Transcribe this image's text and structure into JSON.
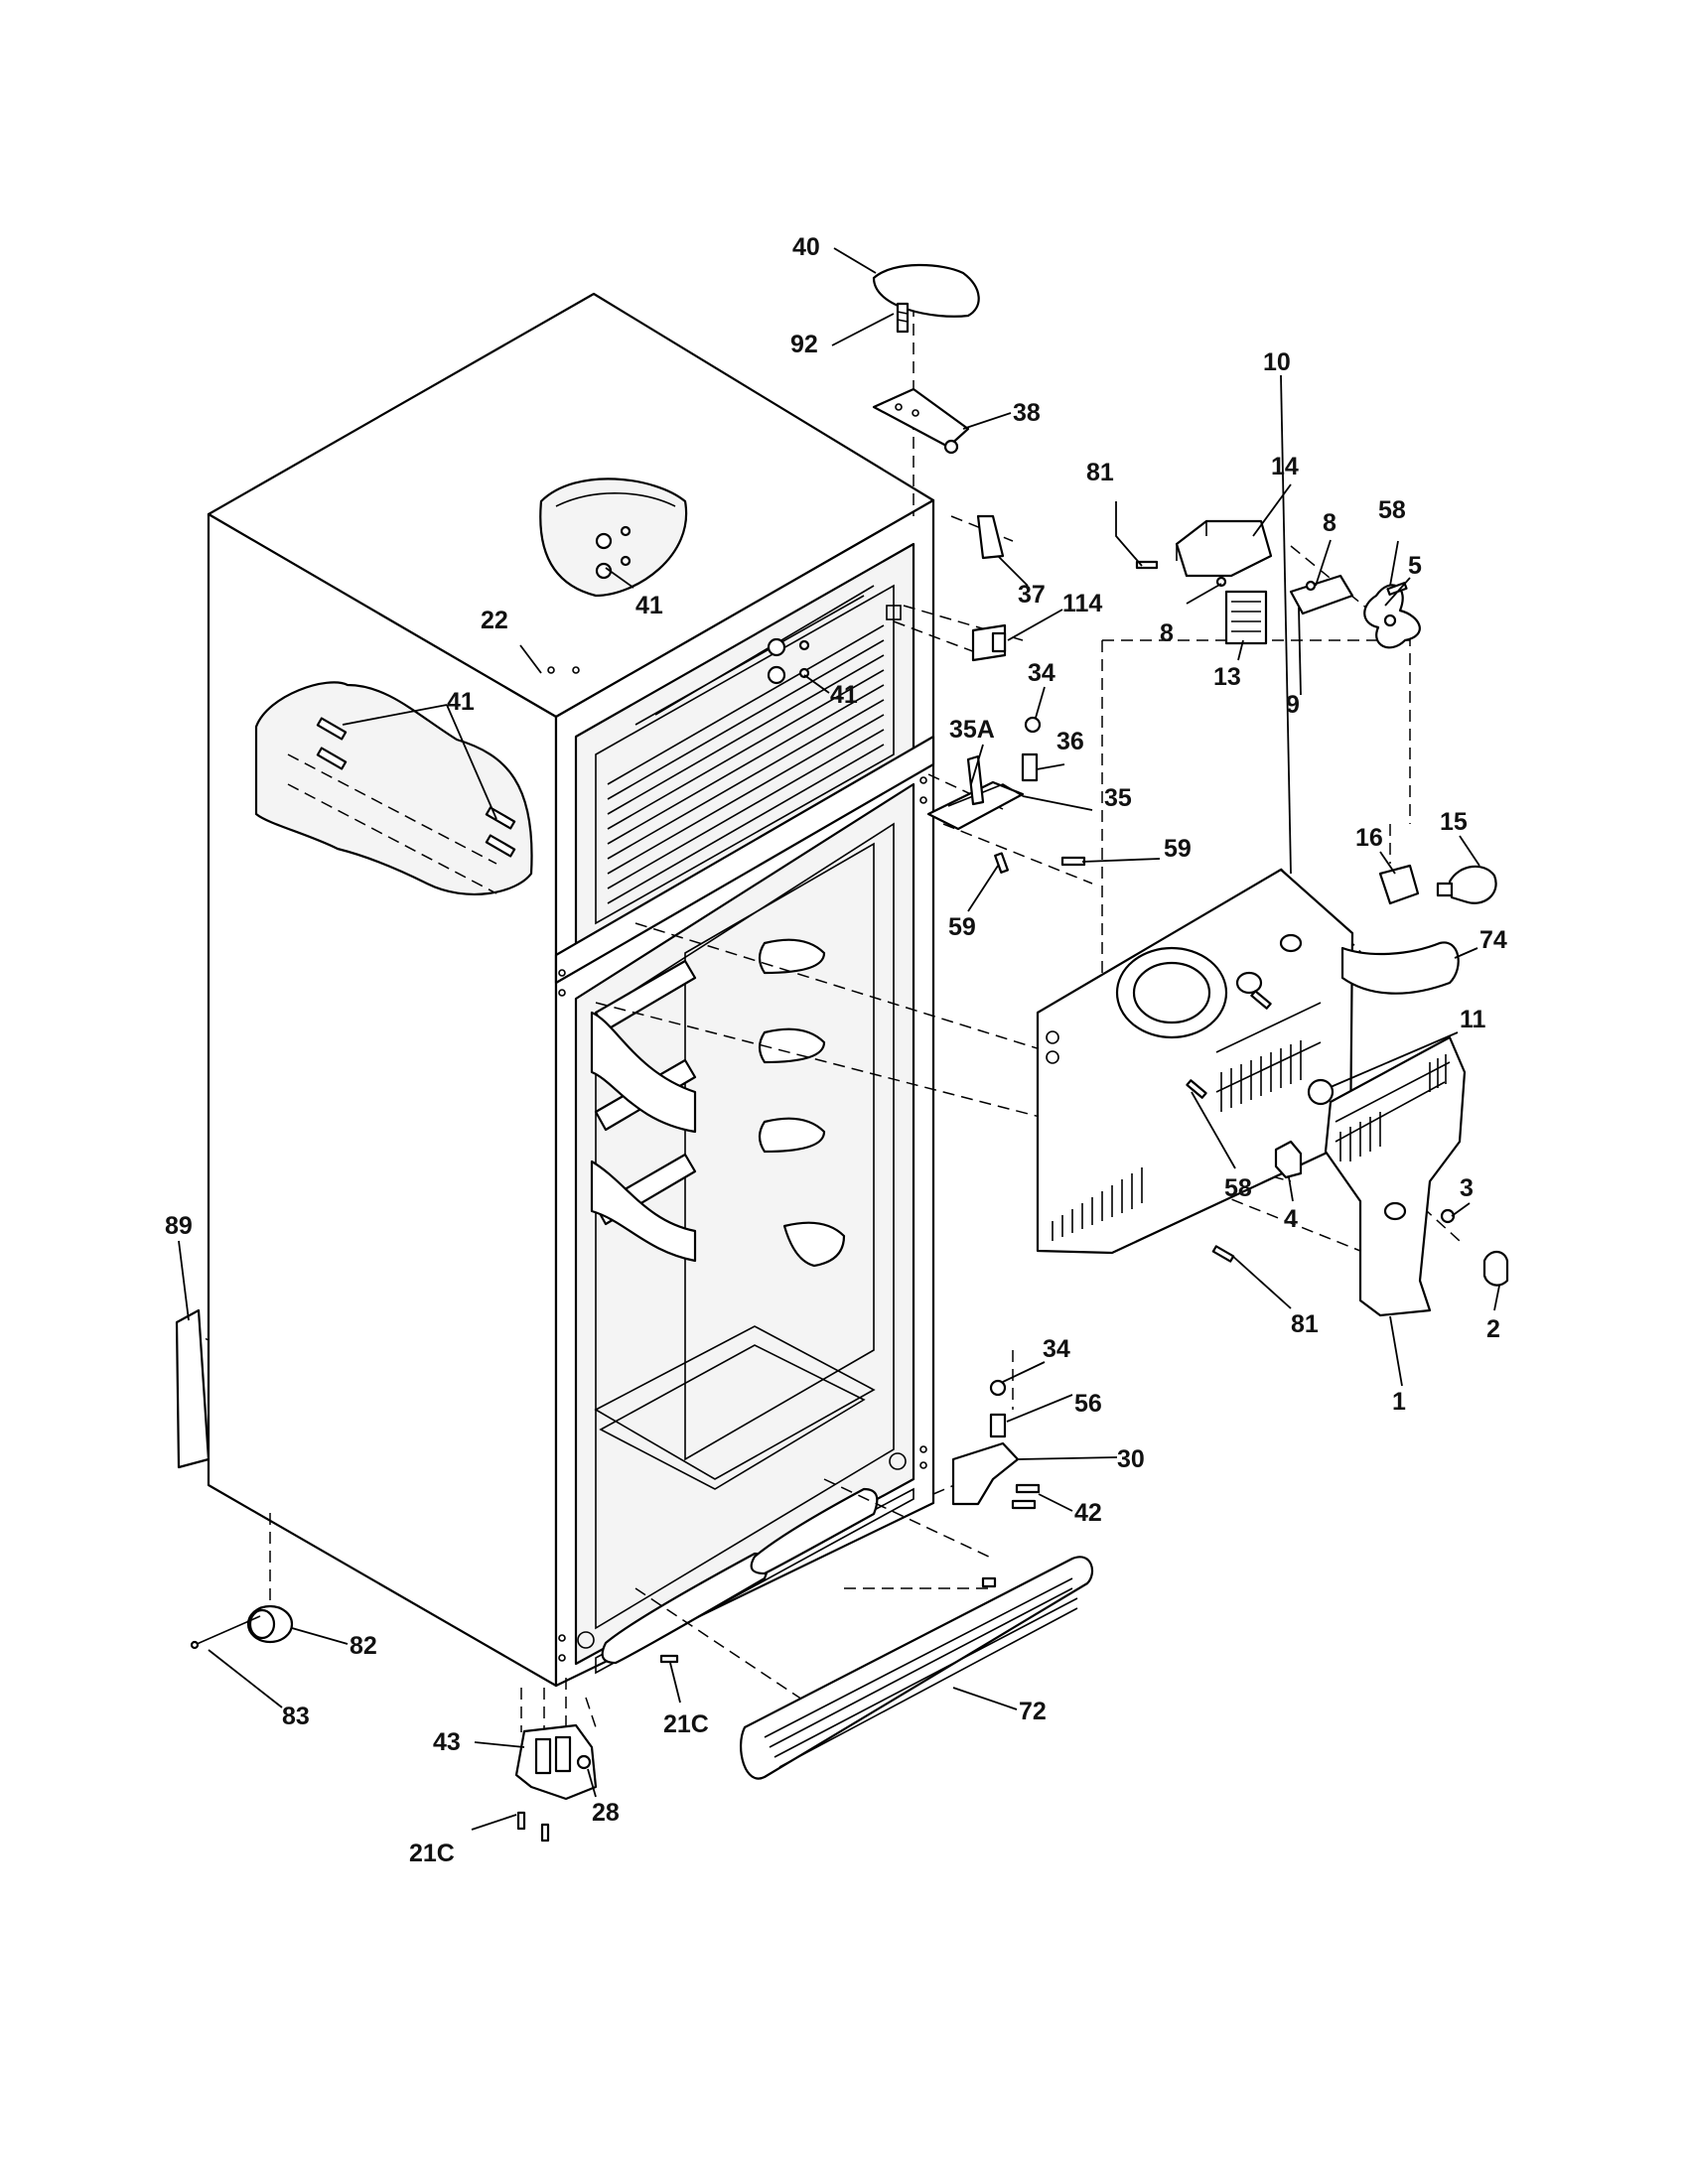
{
  "diagram": {
    "callouts": [
      {
        "id": "c40",
        "label": "40"
      },
      {
        "id": "c92",
        "label": "92"
      },
      {
        "id": "c38",
        "label": "38"
      },
      {
        "id": "c81a",
        "label": "81"
      },
      {
        "id": "c14",
        "label": "14"
      },
      {
        "id": "c8a",
        "label": "8"
      },
      {
        "id": "c58a",
        "label": "58"
      },
      {
        "id": "c5",
        "label": "5"
      },
      {
        "id": "c8b",
        "label": "8"
      },
      {
        "id": "c13",
        "label": "13"
      },
      {
        "id": "c9",
        "label": "9"
      },
      {
        "id": "c37",
        "label": "37"
      },
      {
        "id": "c114",
        "label": "114"
      },
      {
        "id": "c41a",
        "label": "41"
      },
      {
        "id": "c41b",
        "label": "41"
      },
      {
        "id": "c41c",
        "label": "41"
      },
      {
        "id": "c22",
        "label": "22"
      },
      {
        "id": "c34a",
        "label": "34"
      },
      {
        "id": "c35a",
        "label": "35A"
      },
      {
        "id": "c36",
        "label": "36"
      },
      {
        "id": "c35",
        "label": "35"
      },
      {
        "id": "c59a",
        "label": "59"
      },
      {
        "id": "c59b",
        "label": "59"
      },
      {
        "id": "c10",
        "label": "10"
      },
      {
        "id": "c16",
        "label": "16"
      },
      {
        "id": "c15",
        "label": "15"
      },
      {
        "id": "c74",
        "label": "74"
      },
      {
        "id": "c11",
        "label": "11"
      },
      {
        "id": "c58b",
        "label": "58"
      },
      {
        "id": "c4",
        "label": "4"
      },
      {
        "id": "c3",
        "label": "3"
      },
      {
        "id": "c2",
        "label": "2"
      },
      {
        "id": "c81b",
        "label": "81"
      },
      {
        "id": "c1",
        "label": "1"
      },
      {
        "id": "c89",
        "label": "89"
      },
      {
        "id": "c34b",
        "label": "34"
      },
      {
        "id": "c56",
        "label": "56"
      },
      {
        "id": "c30",
        "label": "30"
      },
      {
        "id": "c42",
        "label": "42"
      },
      {
        "id": "c72",
        "label": "72"
      },
      {
        "id": "c82",
        "label": "82"
      },
      {
        "id": "c83",
        "label": "83"
      },
      {
        "id": "c43",
        "label": "43"
      },
      {
        "id": "c28",
        "label": "28"
      },
      {
        "id": "c21ca",
        "label": "21C"
      },
      {
        "id": "c21cb",
        "label": "21C"
      }
    ]
  }
}
